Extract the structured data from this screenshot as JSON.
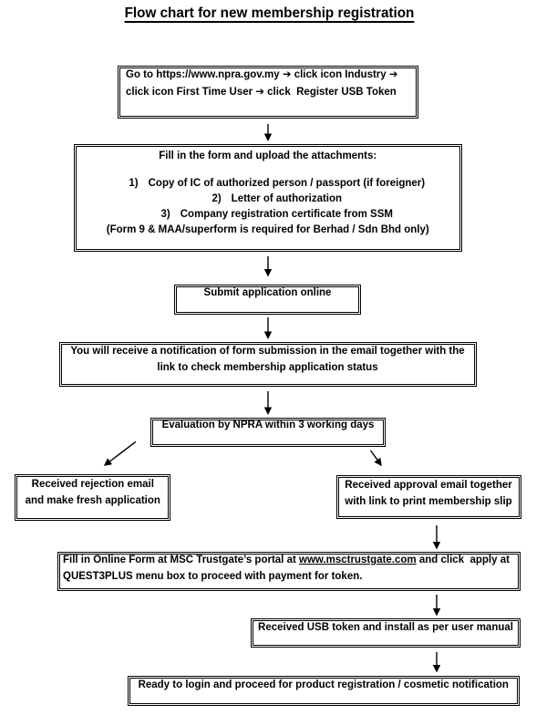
{
  "page": {
    "background": "#ffffff",
    "ink": "#000000",
    "title": "Flow chart for new membership registration"
  },
  "steps": {
    "go_to_portal": {
      "text": "Go to https://www.npra.gov.my ➔ click icon Industry ➔\nclick icon First Time User ➔ click  Register USB Token"
    },
    "fill_form": {
      "heading": "Fill in the form and upload the attachments:",
      "items": [
        {
          "num": "1)",
          "text": "Copy of IC of authorized person / passport (if foreigner)"
        },
        {
          "num": "2)",
          "text": "Letter of authorization"
        },
        {
          "num": "3)",
          "text": "Company registration certificate from SSM"
        }
      ],
      "note": "(Form 9 & MAA/superform is required for Berhad / Sdn Bhd only)"
    },
    "submit": {
      "text": "Submit application online"
    },
    "notification": {
      "text": "You will receive a notification of form submission in the email together with the\nlink to check membership application status"
    },
    "evaluation": {
      "text": "Evaluation by NPRA within 3 working days"
    },
    "rejection": {
      "text": "Received rejection email\nand make fresh application"
    },
    "approval": {
      "text": "Received approval email together\nwith link to print membership slip"
    },
    "trustgate": {
      "before_link": "Fill in Online Form at MSC Trustgate’s portal at ",
      "link": "www.msctrustgate.com",
      "after_link": " and click  apply at\nQUEST3PLUS menu box to proceed with payment for token."
    },
    "usb_token": {
      "text": "Received USB token and install as per user manual"
    },
    "ready": {
      "text": "Ready to login and proceed for product registration / cosmetic notification"
    }
  }
}
